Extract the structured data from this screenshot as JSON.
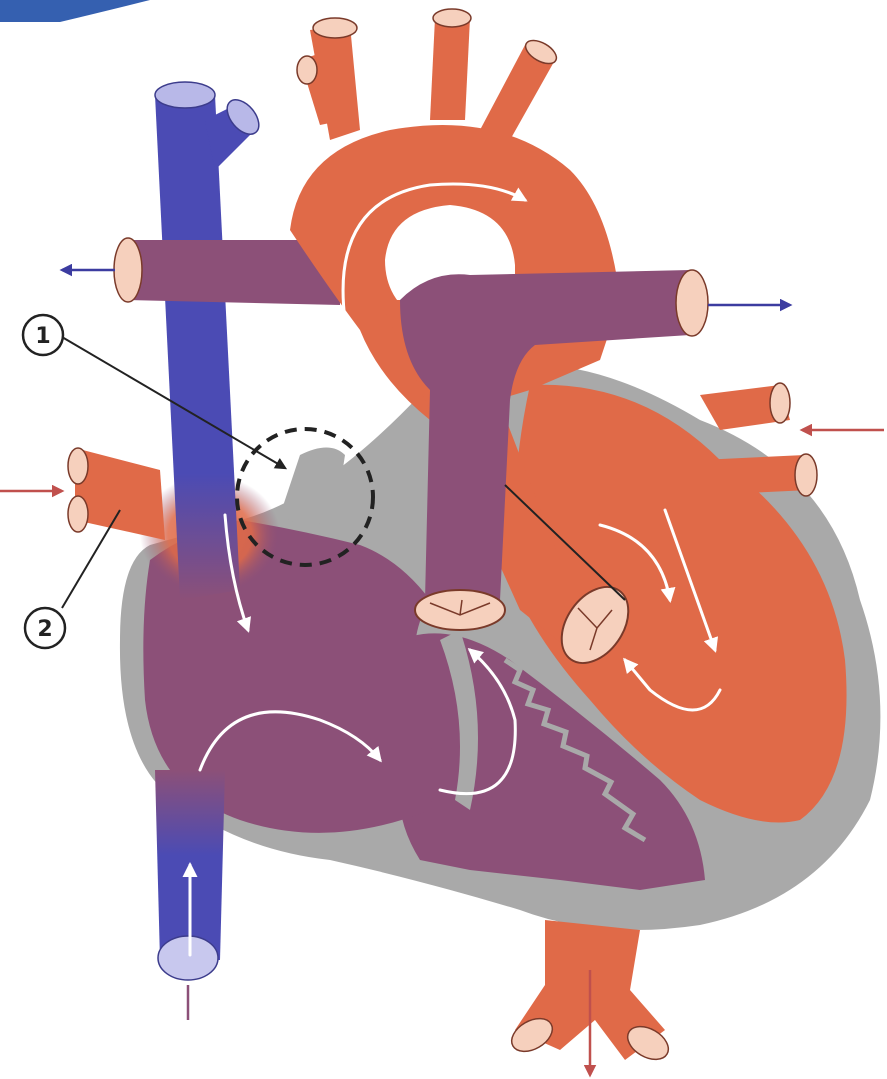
{
  "diagram": {
    "callouts": [
      {
        "id": "1",
        "label": "1"
      },
      {
        "id": "2",
        "label": "2"
      }
    ],
    "colors": {
      "deoxygenated": "#4b4bb4",
      "oxygenated": "#e06a48",
      "mixed": "#8c5078",
      "wall": "#a9a9a9",
      "vessel_opening": "#f6d0bd",
      "flow_arrow": "#ffffff",
      "outflow_arrow_blue": "#3c3ca0",
      "inflow_arrow_red": "#c0504d"
    }
  }
}
